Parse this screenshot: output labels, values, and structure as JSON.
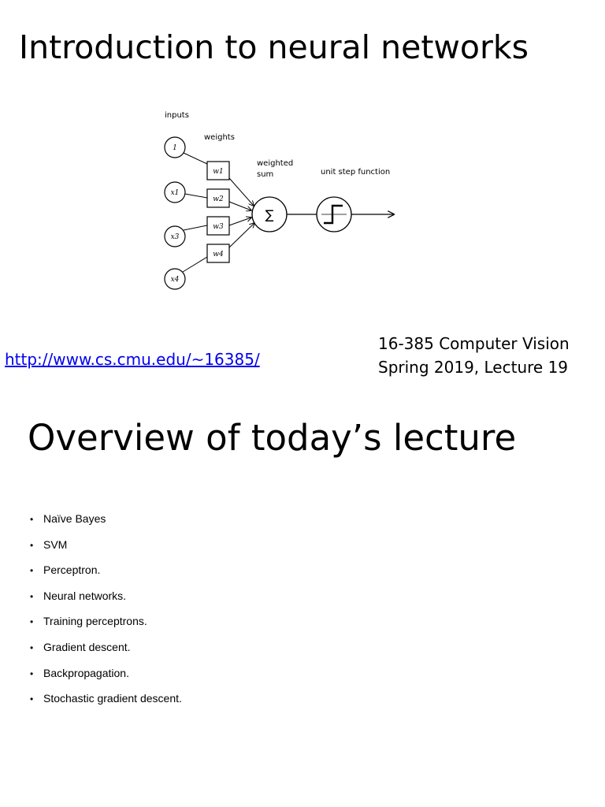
{
  "slide1": {
    "title": "Introduction to neural networks",
    "diagram": {
      "labels": {
        "inputs": "inputs",
        "weights": "weights",
        "weighted_sum_line1": "weighted",
        "weighted_sum_line2": "sum",
        "step": "unit step function",
        "sum_symbol": "∑"
      },
      "inputs": [
        "1",
        "x1",
        "x3",
        "x4"
      ],
      "weights": [
        "w1",
        "w2",
        "w3",
        "w4"
      ]
    },
    "link": "http://www.cs.cmu.edu/~16385/",
    "course": {
      "line1": "16-385 Computer Vision",
      "line2": "Spring 2019, Lecture 19"
    }
  },
  "slide2": {
    "title": "Overview of today’s lecture",
    "bullet_symbol": "•",
    "items": [
      "Naïve Bayes",
      "SVM",
      "Perceptron.",
      "Neural networks.",
      "Training perceptrons.",
      "Gradient descent.",
      "Backpropagation.",
      "Stochastic gradient descent."
    ]
  }
}
